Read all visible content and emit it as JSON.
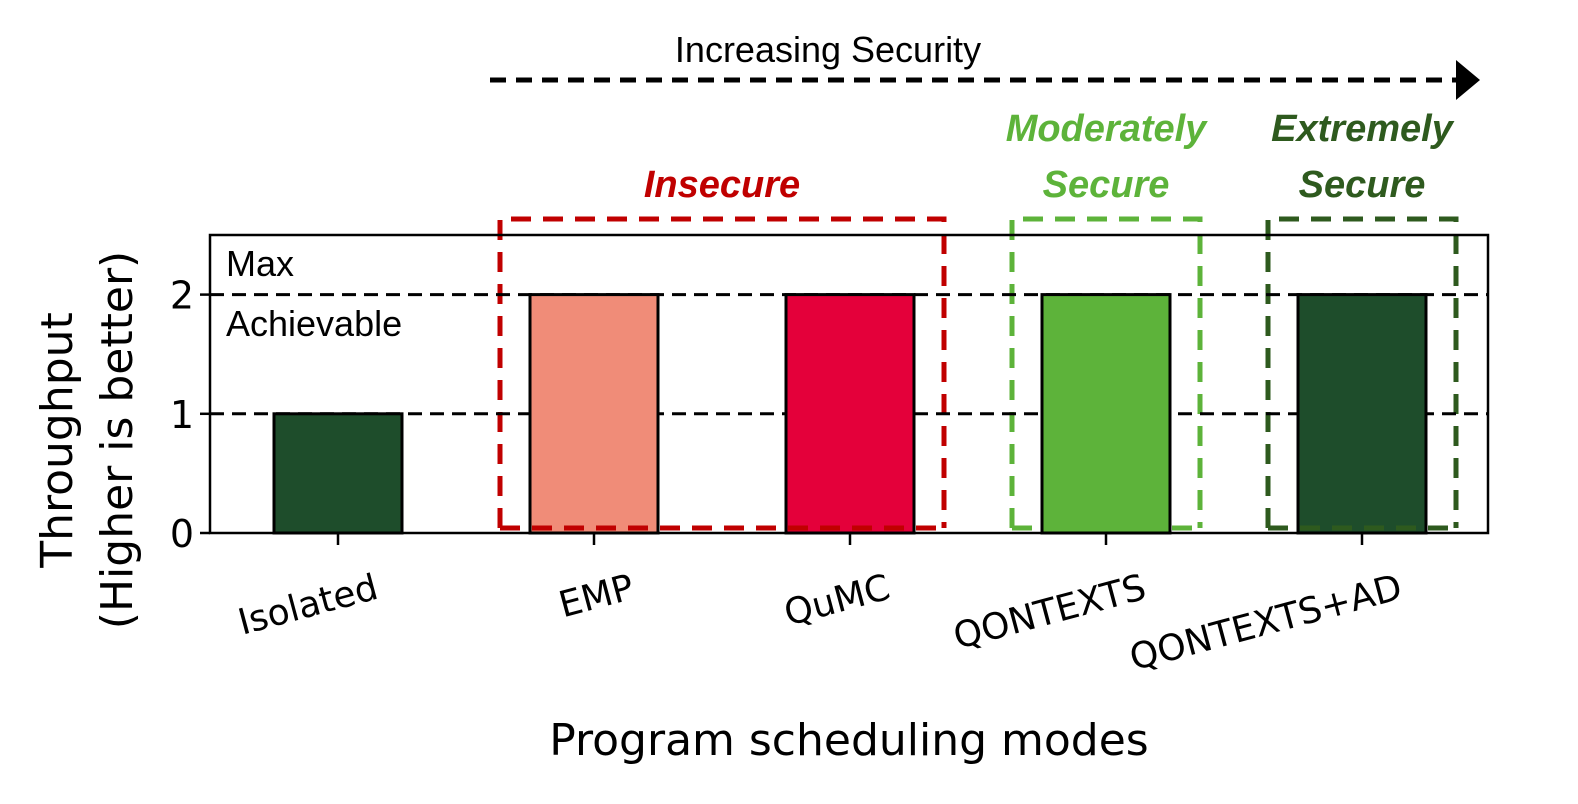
{
  "chart_data": {
    "type": "bar",
    "categories": [
      "Isolated",
      "EMP",
      "QuMC",
      "QONTEXTS",
      "QONTEXTS+AD"
    ],
    "values": [
      1,
      2,
      2,
      2,
      2
    ],
    "bar_colors": [
      "#1e4d2b",
      "#f08c78",
      "#e4003a",
      "#5db33a",
      "#1e4d2b"
    ],
    "xlabel": "Program scheduling modes",
    "ylabel_line1": "Throughput",
    "ylabel_line2": "(Higher is better)",
    "ylim": [
      0,
      2.5
    ],
    "yticks": [
      "0",
      "1",
      "2"
    ],
    "ytick_values": [
      0,
      1,
      2
    ],
    "reference_lines": [
      1,
      2
    ],
    "max_label_line1": "Max",
    "max_label_line2": "Achievable",
    "arrow_label": "Increasing Security",
    "groups": [
      {
        "label_lines": [
          "Insecure"
        ],
        "color": "#c00000",
        "from": 1,
        "to": 2
      },
      {
        "label_lines": [
          "Moderately",
          "Secure"
        ],
        "color": "#5db33a",
        "from": 3,
        "to": 3
      },
      {
        "label_lines": [
          "Extremely",
          "Secure"
        ],
        "color": "#2e5a1e",
        "from": 4,
        "to": 4
      }
    ]
  }
}
